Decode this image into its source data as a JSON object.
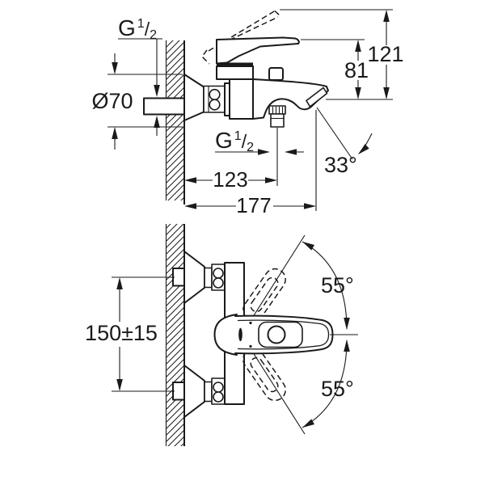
{
  "colors": {
    "line": "#1a1a1a",
    "background": "#ffffff"
  },
  "labels": {
    "thread_size": {
      "prefix": "G",
      "numerator": "1",
      "fraction_slash": "/",
      "denominator": "2"
    }
  },
  "side_view": {
    "dimensions": {
      "escutcheon_diameter": "Ø70",
      "overall_height": "121",
      "lever_height": "81",
      "shower_outlet_offset": "123",
      "spout_projection": "177",
      "spout_angle": "33°"
    }
  },
  "plan_view": {
    "dimensions": {
      "connection_centers": "150±15",
      "handle_swing_upper": "55°",
      "handle_swing_lower": "55°"
    }
  }
}
